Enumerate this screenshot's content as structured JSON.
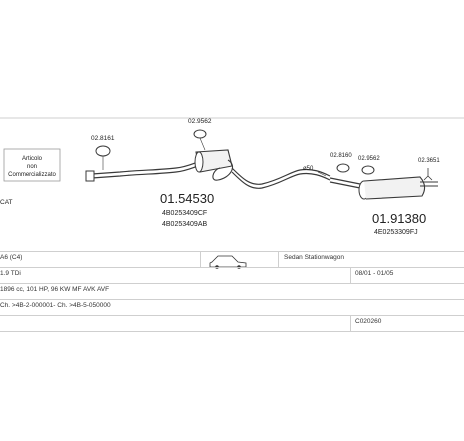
{
  "diagram": {
    "note_box": {
      "line1": "Articolo",
      "line2": "non",
      "line3": "Commercializzato"
    },
    "callouts": {
      "left_clamp": "02.8161",
      "mid_clamp": "02.9562",
      "right_clamp_a": "02.8160",
      "right_clamp_b": "02.9562",
      "right_hanger": "02.3651",
      "cat_label": "CAT",
      "pipe_label": "ø50"
    },
    "front_part": {
      "number": "01.54530",
      "ref1": "4B0253409CF",
      "ref2": "4B0253409AB"
    },
    "rear_part": {
      "number": "01.91380",
      "ref1": "4E0253309FJ"
    }
  },
  "table": {
    "row1": {
      "model": "A6 (C4)",
      "body": "Sedan Stationwagon"
    },
    "row2": {
      "engine": "1.9 TDi",
      "dates": "08/01 - 01/05"
    },
    "row3": {
      "spec": "1896 cc, 101 HP, 96 KW MF AVK AVF"
    },
    "row4": {
      "chassis": "Ch. >4B-2-000001- Ch. >4B-5-050000"
    },
    "row6": {
      "code": "C020260"
    }
  },
  "colors": {
    "line": "#3a3a3a",
    "grid": "#cfcfcf",
    "fill_light": "#f2f2f2"
  }
}
